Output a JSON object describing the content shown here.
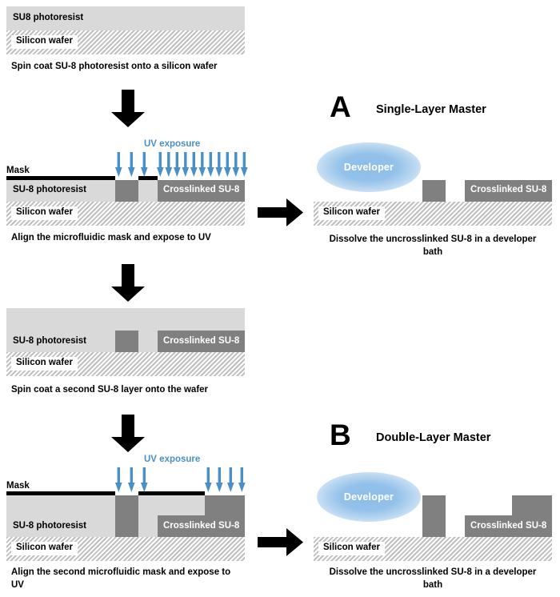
{
  "figure": {
    "type": "process-flow-diagram",
    "title": "SU-8 photolithography master fabrication"
  },
  "colors": {
    "su8_photoresist": "#d9d9d9",
    "crosslinked_su8": "#808080",
    "silicon_wafer_hatch": "#bfbfbf",
    "mask": "#000000",
    "uv_blue": "#4a90c8",
    "developer_blue": "#8cbce8",
    "text": "#000000"
  },
  "steps": [
    {
      "id": "step1",
      "caption": "Spin coat SU-8 photoresist onto a silicon wafer",
      "labels": {
        "su8": "SU8 photoresist",
        "wafer": "Silicon wafer"
      }
    },
    {
      "id": "step2",
      "caption": "Align the microfluidic mask and expose to UV",
      "labels": {
        "mask": "Mask",
        "su8": "SU-8 photoresist",
        "crosslinked": "Crosslinked SU-8",
        "wafer": "Silicon wafer",
        "uv": "UV exposure"
      },
      "uv_arrows": {
        "left_group": 3,
        "right_group": 11
      }
    },
    {
      "id": "step3",
      "caption": "Spin coat a second SU-8 layer onto the wafer",
      "labels": {
        "su8": "SU-8 photoresist",
        "crosslinked": "Crosslinked SU-8",
        "wafer": "Silicon wafer"
      }
    },
    {
      "id": "step4",
      "caption": "Align the second microfluidic mask and expose to UV",
      "labels": {
        "mask": "Mask",
        "su8": "SU-8 photoresist",
        "crosslinked": "Crosslinked SU-8",
        "wafer": "Silicon wafer",
        "uv": "UV exposure"
      },
      "uv_arrows": {
        "left_group": 3,
        "right_group": 4
      }
    }
  ],
  "panels": [
    {
      "id": "panelA",
      "letter": "A",
      "title": "Single-Layer Master",
      "caption": "Dissolve the uncrosslinked SU-8 in a developer bath",
      "labels": {
        "developer": "Developer",
        "crosslinked": "Crosslinked SU-8",
        "wafer": "Silicon wafer"
      }
    },
    {
      "id": "panelB",
      "letter": "B",
      "title": "Double-Layer Master",
      "caption": "Dissolve the uncrosslinked SU-8 in a developer bath",
      "labels": {
        "developer": "Developer",
        "crosslinked": "Crosslinked SU-8",
        "wafer": "Silicon wafer"
      }
    }
  ],
  "flow_arrows": {
    "down_1_to_2": "arrow-down",
    "down_2_to_3": "arrow-down",
    "down_3_to_4": "arrow-down",
    "right_to_A": "arrow-right",
    "right_to_B": "arrow-right"
  }
}
